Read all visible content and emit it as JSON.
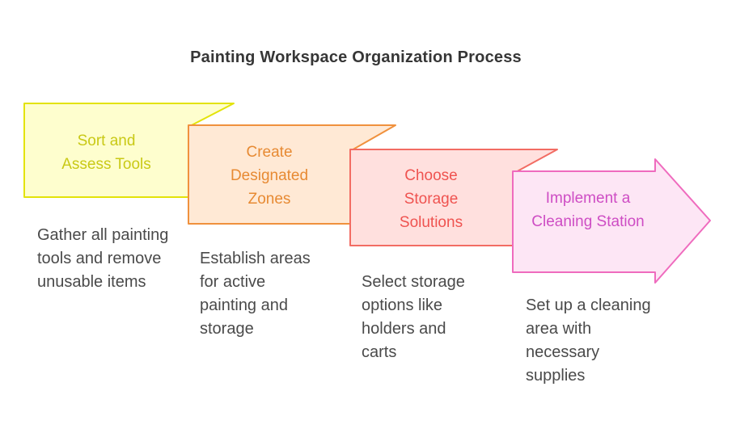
{
  "title": "Painting Workspace Organization Process",
  "steps": [
    {
      "label": "Sort and Assess Tools",
      "description": "Gather all painting tools and remove unusable items",
      "fill": "#FEFECE",
      "stroke": "#E3E309",
      "label_color": "#C9C916"
    },
    {
      "label": "Create Designated Zones",
      "description": "Establish areas for active painting and storage",
      "fill": "#FFE9D5",
      "stroke": "#F0913D",
      "label_color": "#E78A33"
    },
    {
      "label": "Choose Storage Solutions",
      "description": "Select storage options like holders and carts",
      "fill": "#FFE0DE",
      "stroke": "#F26C63",
      "label_color": "#EF5350"
    },
    {
      "label": "Implement a Cleaning Station",
      "description": "Set up a cleaning area with necessary supplies",
      "fill": "#FDE6F5",
      "stroke": "#EF6BBE",
      "label_color": "#CE4DC4"
    }
  ]
}
